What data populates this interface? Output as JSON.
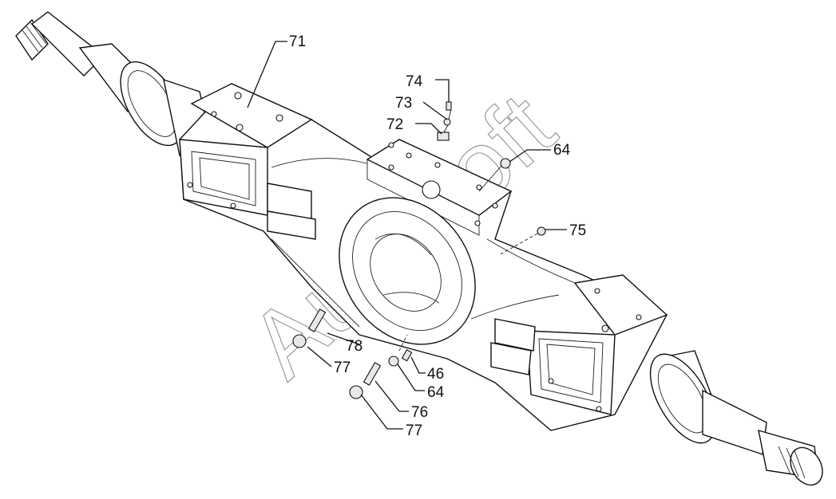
{
  "diagram": {
    "labels": [
      {
        "id": "p71",
        "text": "71"
      },
      {
        "id": "p74",
        "text": "74"
      },
      {
        "id": "p73",
        "text": "73"
      },
      {
        "id": "p72",
        "text": "72"
      },
      {
        "id": "p64a",
        "text": "64"
      },
      {
        "id": "p75",
        "text": "75"
      },
      {
        "id": "p78",
        "text": "78"
      },
      {
        "id": "p77a",
        "text": "77"
      },
      {
        "id": "p46",
        "text": "46"
      },
      {
        "id": "p64b",
        "text": "64"
      },
      {
        "id": "p76",
        "text": "76"
      },
      {
        "id": "p77b",
        "text": "77"
      }
    ],
    "watermark": "AutoSoft"
  }
}
